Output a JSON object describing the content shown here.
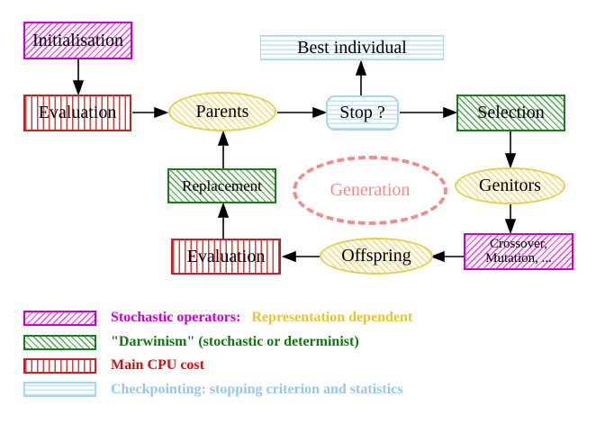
{
  "nodes": {
    "initialisation": {
      "label": "Initialisation"
    },
    "best_individual": {
      "label": "Best individual"
    },
    "evaluation_top": {
      "label": "Evaluation"
    },
    "parents": {
      "label": "Parents"
    },
    "stop": {
      "label": "Stop ?"
    },
    "selection": {
      "label": "Selection"
    },
    "replacement": {
      "label": "Replacement"
    },
    "generation": {
      "label": "Generation",
      "color": "#ef8d8d"
    },
    "genitors": {
      "label": "Genitors"
    },
    "evaluation_bottom": {
      "label": "Evaluation"
    },
    "offspring": {
      "label": "Offspring"
    },
    "crossover_mutation": {
      "line1": "Crossover,",
      "line2": "Mutation, ..."
    }
  },
  "legend": {
    "items": [
      {
        "swatch": "magenta-diagonal-hatch",
        "label": "Stochastic operators:",
        "label_color": "#cc00cc",
        "label2": "Representation dependent",
        "label2_color": "#e8c52e"
      },
      {
        "swatch": "green-diagonal-hatch",
        "label": "\"Darwinism\" (stochastic or determinist)",
        "label_color": "#0d7a0d"
      },
      {
        "swatch": "red-vertical-stripes",
        "label": "Main CPU cost",
        "label_color": "#cc1111"
      },
      {
        "swatch": "cyan-horizontal-stripes",
        "label": "Checkpointing: stopping criterion and statistics",
        "label_color": "#94c9e6"
      }
    ]
  },
  "palette": {
    "stochastic_magenta": "#c800c8",
    "darwinism_green": "#1e7a1e",
    "cpu_red": "#c42222",
    "checkpoint_cyan": "#a8d6ea",
    "population_yellow": "#e2cf55",
    "generation_salmon": "#ef8d8d",
    "arrow_black": "#000000"
  }
}
